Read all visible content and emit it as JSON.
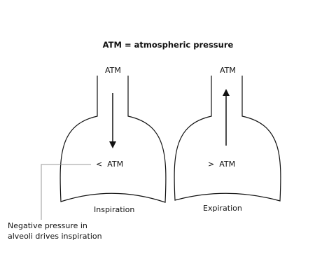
{
  "diagram": {
    "title": "ATM = atmospheric pressure",
    "colors": {
      "line": "#111111",
      "pointer_line": "#999999",
      "background": "#ffffff"
    },
    "panels": [
      {
        "top_label": "ATM",
        "inner_label": "<  ATM",
        "caption": "Inspiration",
        "arrow_direction": "down"
      },
      {
        "top_label": "ATM",
        "inner_label": ">  ATM",
        "caption": "Expiration",
        "arrow_direction": "up"
      }
    ],
    "annotation": {
      "line1": "Negative pressure in",
      "line2": "alveoli drives inspiration"
    }
  }
}
